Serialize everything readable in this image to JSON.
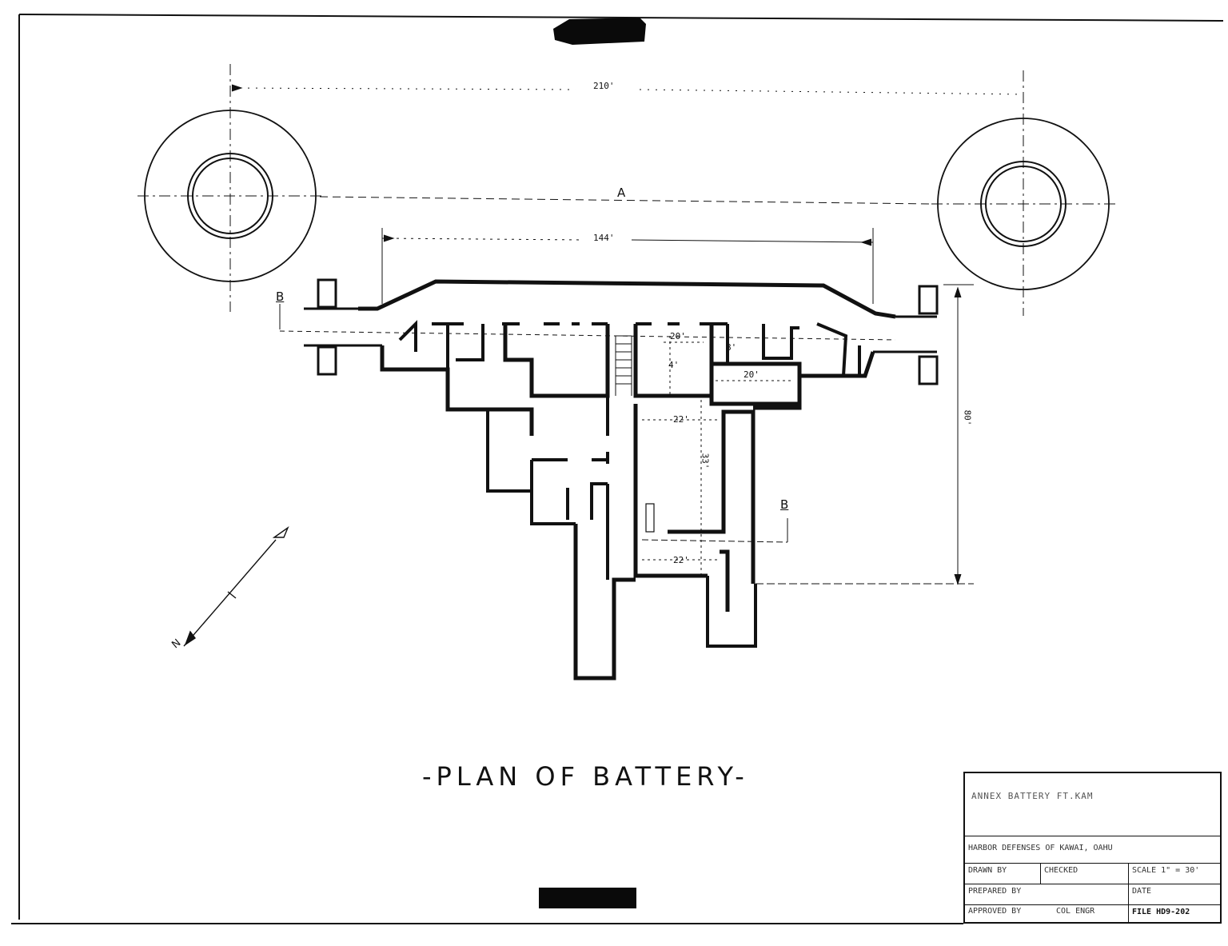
{
  "drawing": {
    "title": "-PLAN OF BATTERY-",
    "dimensions": {
      "overall_width": "210'",
      "inner_width": "144'",
      "depth": "80'",
      "room_a": "20'",
      "room_b": "20'",
      "room_c": "22'",
      "room_c_length": "33'",
      "room_d": "22'",
      "small_a": "4'",
      "small_b": "8'"
    },
    "section_marks": {
      "a": "A",
      "b_left": "B",
      "b_right": "B"
    },
    "north_label": "N",
    "title_block": {
      "line1": "ANNEX BATTERY FT.KAM",
      "line2": "HARBOR DEFENSES OF KAWAI, OAHU",
      "drawn_by": "DRAWN BY",
      "checked_by": "CHECKED",
      "scale": "SCALE 1\" = 30'",
      "prepared_by": "PREPARED BY",
      "date": "DATE",
      "approved_by": "APPROVED BY",
      "approver": "COL ENGR",
      "file": "FILE HD9-202"
    },
    "colors": {
      "ink": "#111111",
      "paper": "#ffffff",
      "redaction": "#0a0a0a"
    }
  }
}
